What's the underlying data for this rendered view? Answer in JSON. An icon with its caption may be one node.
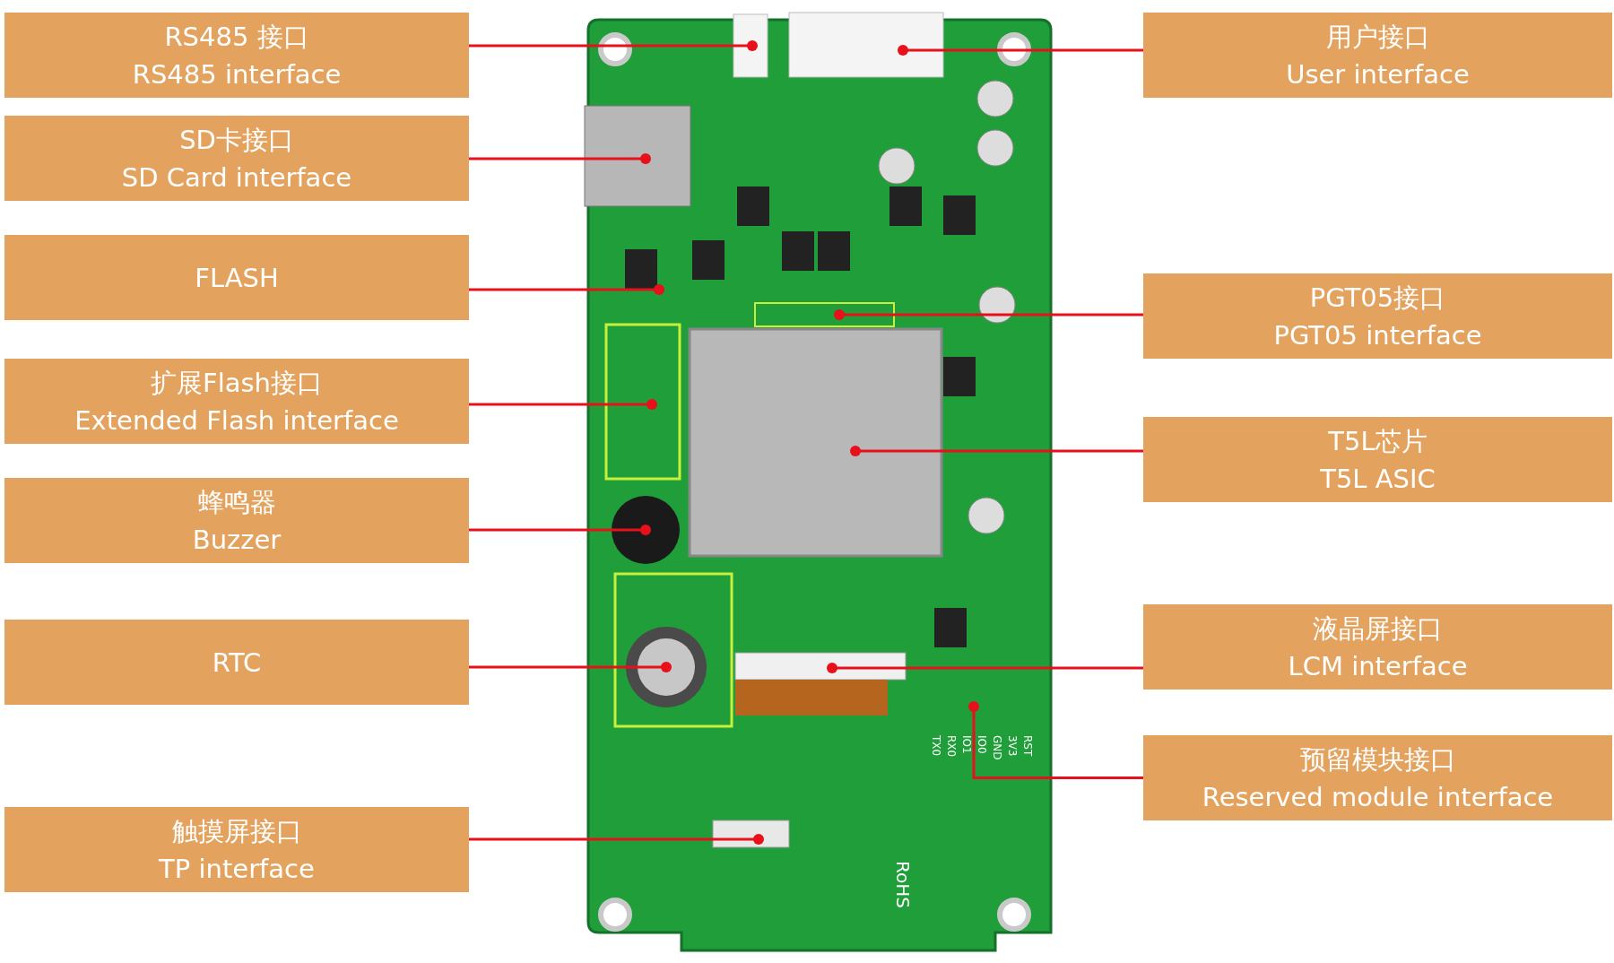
{
  "diagram": {
    "nodes": [
      {
        "text": [
          "RS485 接口",
          "RS485 interface"
        ]
      },
      {
        "text": [
          "用户接口",
          "User interface"
        ]
      },
      {
        "text": [
          "SD卡接口",
          "SD Card interface"
        ]
      },
      {
        "text": [
          "FLASH"
        ]
      },
      {
        "text": [
          "PGT05接口",
          "PGT05 interface"
        ]
      },
      {
        "text": [
          "扩展Flash接口",
          "Extended Flash interface"
        ]
      },
      {
        "text": [
          "T5L芯片",
          "T5L ASIC"
        ]
      },
      {
        "text": [
          "蜂鸣器",
          "Buzzer"
        ]
      },
      {
        "text": [
          "液晶屏接口",
          "LCM interface"
        ]
      },
      {
        "text": [
          "RTC"
        ]
      },
      {
        "text": [
          "预留模块接口",
          "Reserved module interface"
        ]
      },
      {
        "text": [
          "触摸屏接口",
          "TP interface"
        ]
      }
    ],
    "edges": [
      {
        "from": 0,
        "to": null,
        "arrow": "other"
      },
      {
        "from": 1,
        "to": null,
        "arrow": "other"
      },
      {
        "from": 2,
        "to": null,
        "arrow": "other"
      },
      {
        "from": 3,
        "to": null,
        "arrow": "other"
      },
      {
        "from": 4,
        "to": null,
        "arrow": "other"
      },
      {
        "from": 5,
        "to": null,
        "arrow": "other"
      },
      {
        "from": 6,
        "to": null,
        "arrow": "other"
      },
      {
        "from": 7,
        "to": null,
        "arrow": "other"
      },
      {
        "from": 8,
        "to": null,
        "arrow": "other"
      },
      {
        "from": 9,
        "to": null,
        "arrow": "other"
      },
      {
        "from": 10,
        "to": null,
        "arrow": "other"
      },
      {
        "from": 11,
        "to": null,
        "arrow": "other"
      }
    ],
    "labels": [
      "TX0",
      "RX0",
      "IO1",
      "IO0",
      "GND",
      "3V3",
      "RST",
      "RoHS"
    ]
  }
}
